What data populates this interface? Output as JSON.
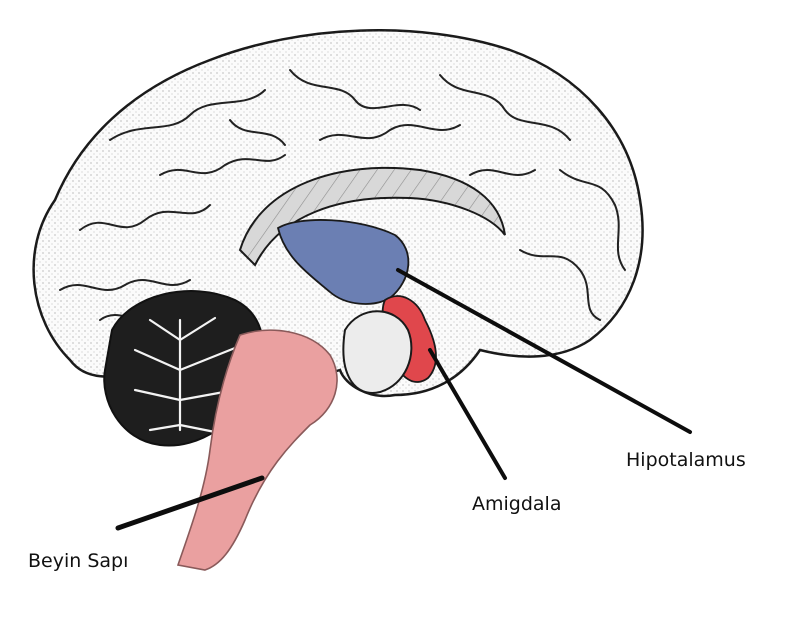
{
  "labels": {
    "hypothalamus": "Hipotalamus",
    "amygdala": "Amigdala",
    "brainstem": "Beyin Sapı"
  },
  "colors": {
    "hypothalamus_region": "#6b7fb3",
    "amygdala_region": "#e0474c",
    "brainstem_region": "#eaa0a0",
    "outline": "#1a1a1a",
    "leader_line": "#0d0d0d",
    "background": "#ffffff"
  }
}
